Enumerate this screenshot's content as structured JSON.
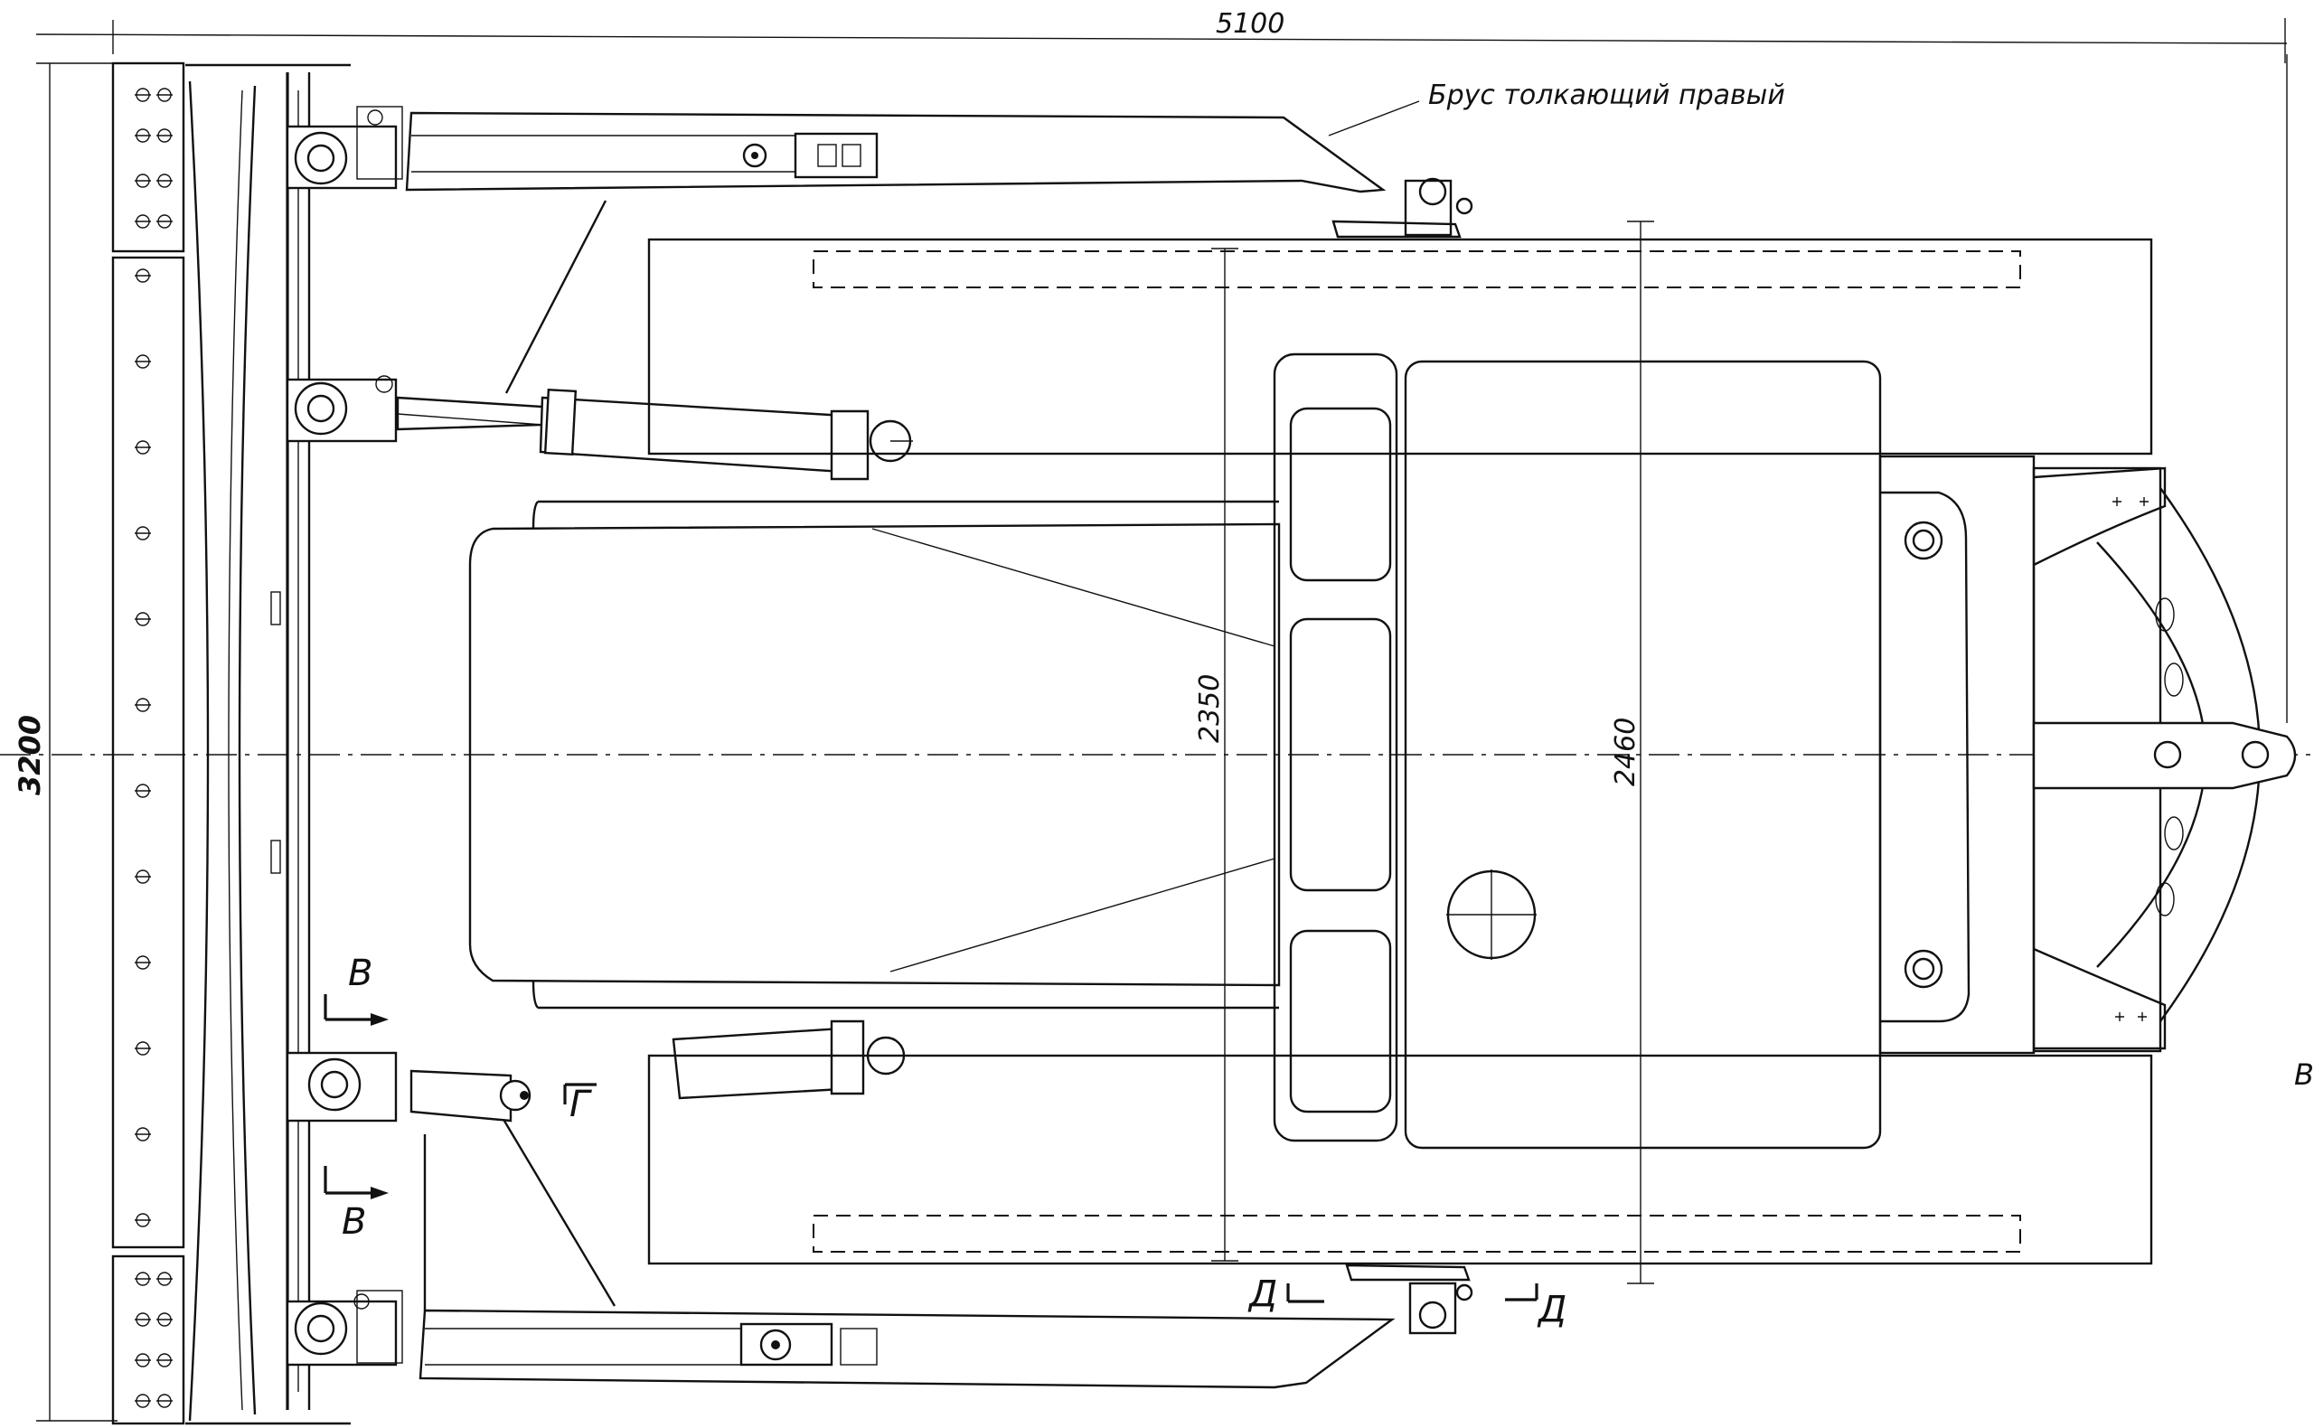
{
  "drawing": {
    "callout_label": "Брус толкающий правый",
    "dimensions": {
      "overall_length": "5100",
      "overall_width": "3200",
      "track_gauge": "2350",
      "outer_track_width": "2460"
    },
    "section_marks": {
      "v_top": "В",
      "v_bottom": "В",
      "g": "Г",
      "d_left": "Д",
      "d_right": "Д",
      "edge_right": "В"
    }
  }
}
